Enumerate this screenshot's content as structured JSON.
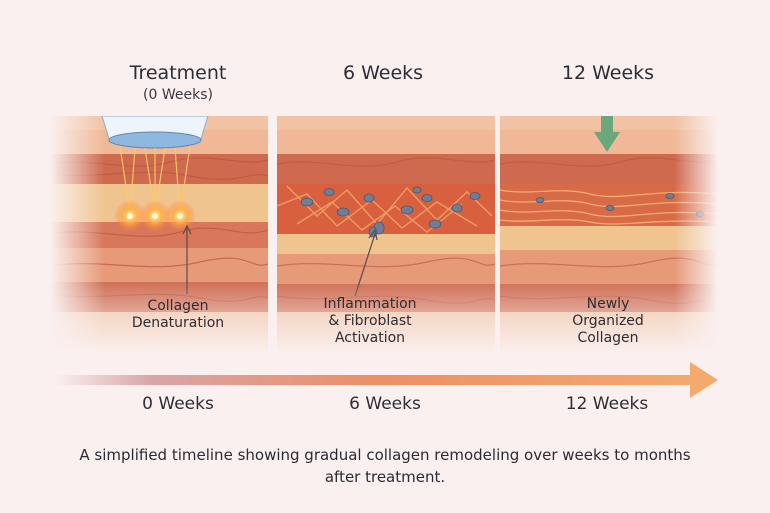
{
  "stages": [
    {
      "title": "Treatment",
      "subtitle": "(0 Weeks)",
      "label": "Collagen\nDenaturation"
    },
    {
      "title": "6 Weeks",
      "subtitle": "",
      "label": "Inflammation\n& Fibroblast\nActivation"
    },
    {
      "title": "12 Weeks",
      "subtitle": "",
      "label": "Newly\nOrganized\nCollagen"
    }
  ],
  "timeline": {
    "ticks": [
      "0 Weeks",
      "6 Weeks",
      "12 Weeks"
    ]
  },
  "caption": "A simplified timeline showing gradual collagen remodeling over weeks to months after treatment.",
  "colors": {
    "tissue_base": "#e9a07f",
    "tissue_dark": "#c9604a",
    "fat_layer": "#f0c48f",
    "fibroblast": "#6d7f98",
    "heat_glow": "#ffb347",
    "arrow_green": "#6aa77b",
    "timeline_end": "#f4a96d"
  }
}
